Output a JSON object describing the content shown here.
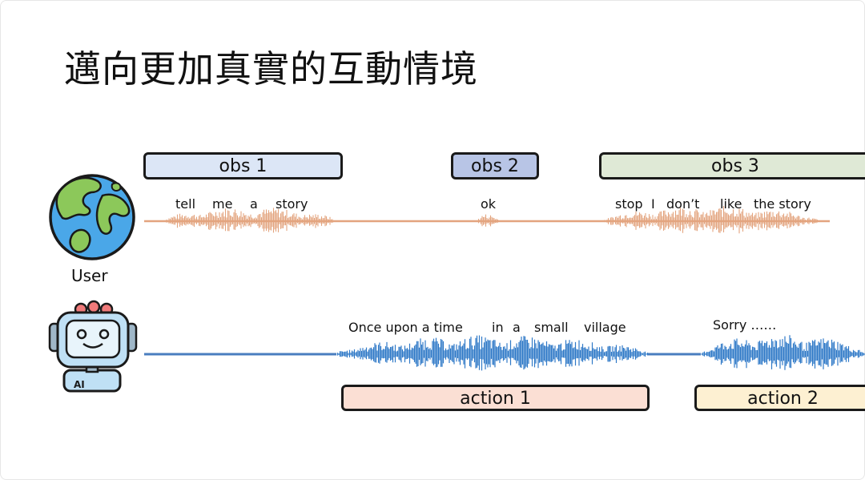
{
  "title": "邁向更加真實的互動情境",
  "user": {
    "label": "User",
    "wave_color": "#e3a47f",
    "obs": [
      {
        "label": "obs 1",
        "fill": "#dce6f6"
      },
      {
        "label": "obs 2",
        "fill": "#b8c5e6"
      },
      {
        "label": "obs 3",
        "fill": "#dfe9d6"
      }
    ],
    "words": [
      "tell",
      "me",
      "a",
      "story",
      "ok",
      "stop",
      "I",
      "don’t",
      "like",
      "the story"
    ]
  },
  "ai": {
    "badge": "AI",
    "wave_color": "#2f79c7",
    "line_color": "#4a7ebf",
    "actions": [
      {
        "label": "action 1",
        "fill": "#fbdfd4"
      },
      {
        "label": "action 2",
        "fill": "#fdf0d2"
      }
    ],
    "words": [
      "Once upon a time",
      "in",
      "a",
      "small",
      "village",
      "Sorry ……"
    ]
  }
}
